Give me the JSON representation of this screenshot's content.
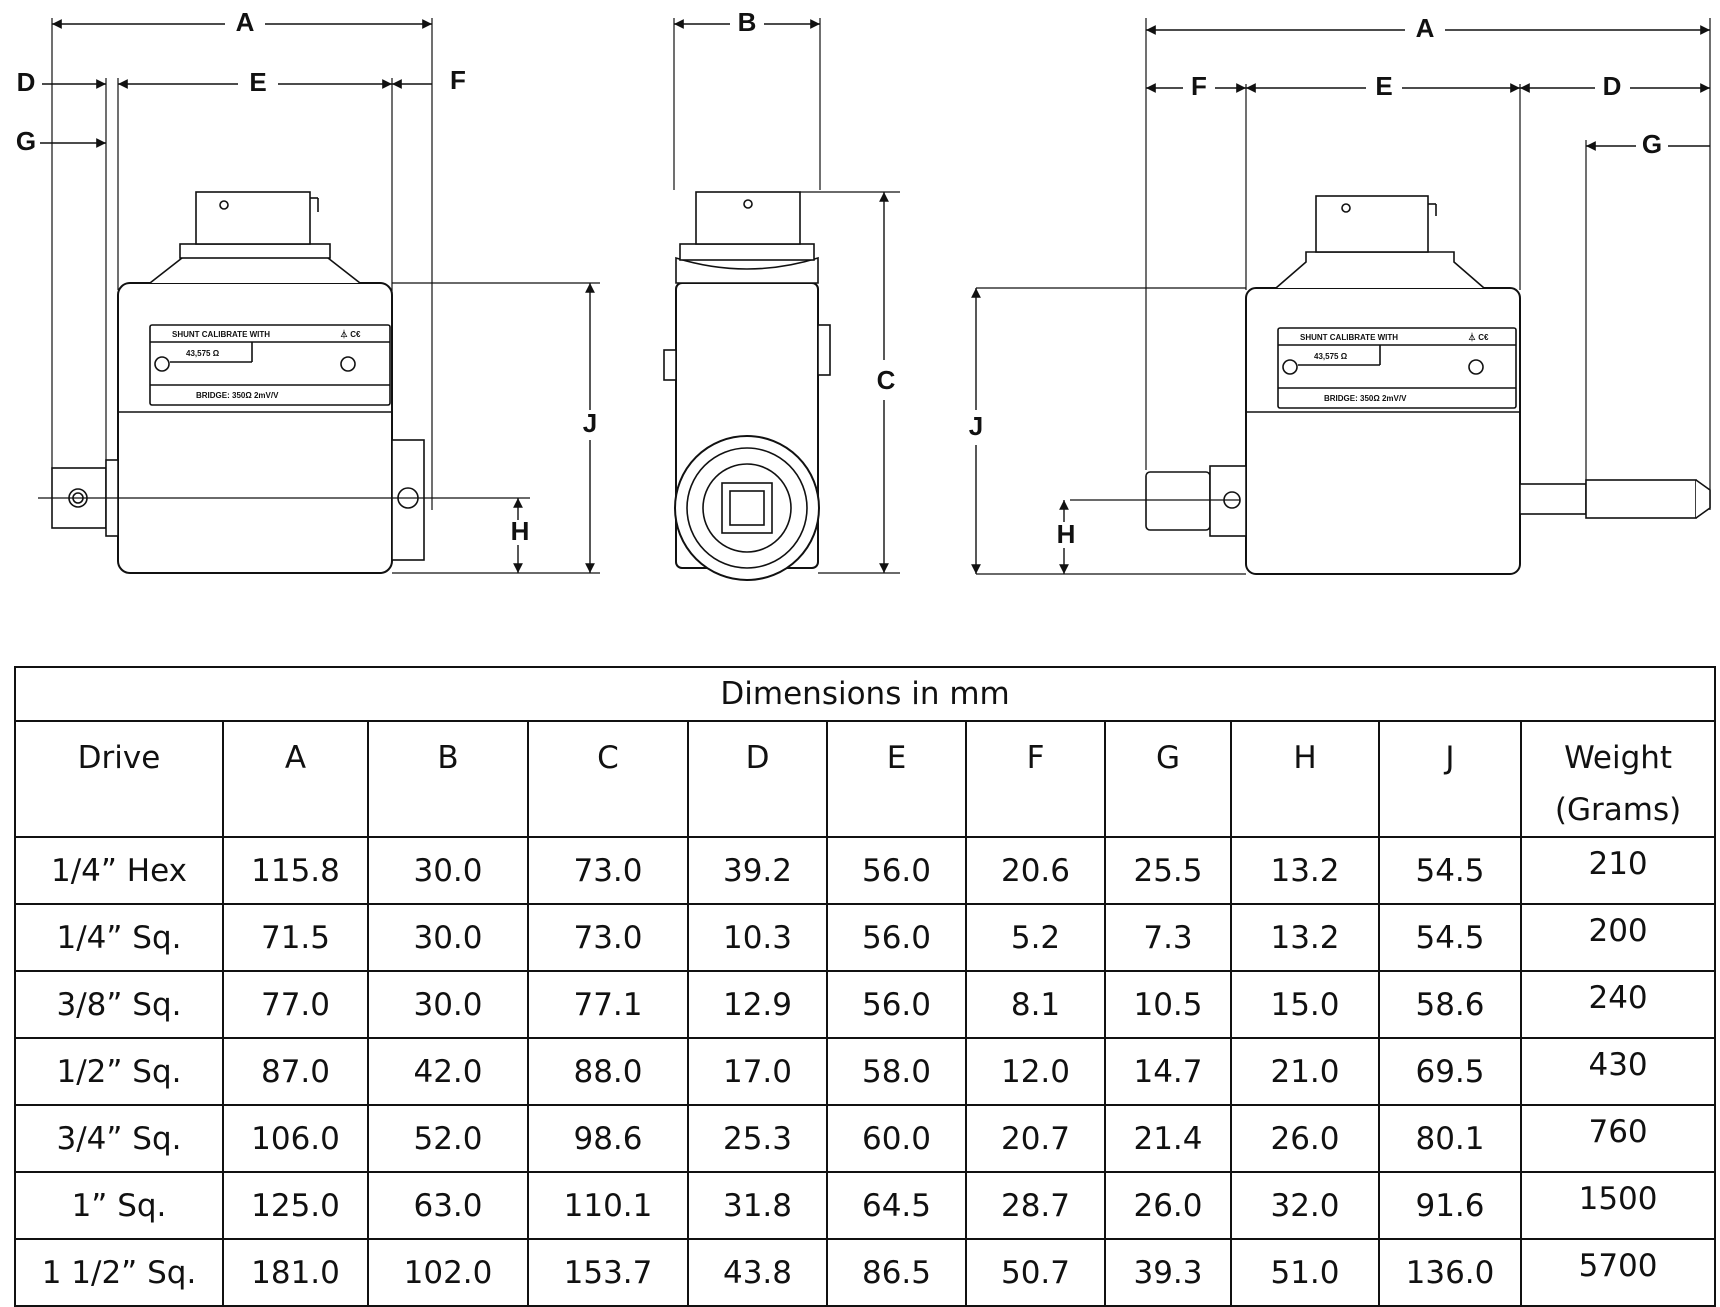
{
  "diagram": {
    "labels": {
      "A": "A",
      "B": "B",
      "C": "C",
      "D": "D",
      "E": "E",
      "F": "F",
      "G": "G",
      "H": "H",
      "J": "J"
    },
    "plate": {
      "line1": "SHUNT CALIBRATE WITH",
      "line2": "43,575 Ω",
      "line3": "BRIDGE: 350Ω 2mV/V",
      "marks": "⏃ C€"
    }
  },
  "table": {
    "title": "Dimensions in mm",
    "headers": [
      "Drive",
      "A",
      "B",
      "C",
      "D",
      "E",
      "F",
      "G",
      "H",
      "J",
      "Weight (Grams)"
    ],
    "rows": [
      [
        "1/4” Hex",
        "115.8",
        "30.0",
        "73.0",
        "39.2",
        "56.0",
        "20.6",
        "25.5",
        "13.2",
        "54.5",
        "210"
      ],
      [
        "1/4” Sq.",
        "71.5",
        "30.0",
        "73.0",
        "10.3",
        "56.0",
        "5.2",
        "7.3",
        "13.2",
        "54.5",
        "200"
      ],
      [
        "3/8” Sq.",
        "77.0",
        "30.0",
        "77.1",
        "12.9",
        "56.0",
        "8.1",
        "10.5",
        "15.0",
        "58.6",
        "240"
      ],
      [
        "1/2” Sq.",
        "87.0",
        "42.0",
        "88.0",
        "17.0",
        "58.0",
        "12.0",
        "14.7",
        "21.0",
        "69.5",
        "430"
      ],
      [
        "3/4” Sq.",
        "106.0",
        "52.0",
        "98.6",
        "25.3",
        "60.0",
        "20.7",
        "21.4",
        "26.0",
        "80.1",
        "760"
      ],
      [
        "1” Sq.",
        "125.0",
        "63.0",
        "110.1",
        "31.8",
        "64.5",
        "28.7",
        "26.0",
        "32.0",
        "91.6",
        "1500"
      ],
      [
        "1 1/2” Sq.",
        "181.0",
        "102.0",
        "153.7",
        "43.8",
        "86.5",
        "50.7",
        "39.3",
        "51.0",
        "136.0",
        "5700"
      ]
    ]
  },
  "colors": {
    "ink": "#111111",
    "body": "#ffffff",
    "background": "#ffffff"
  }
}
